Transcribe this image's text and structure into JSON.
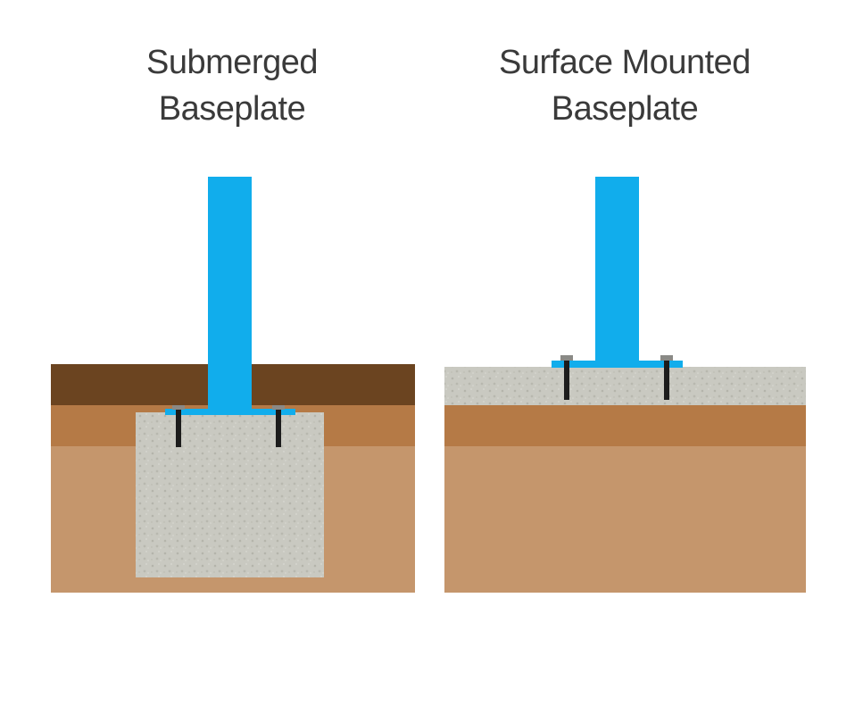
{
  "panels": [
    {
      "id": "submerged",
      "title_line1": "Submerged",
      "title_line2": "Baseplate"
    },
    {
      "id": "surface",
      "title_line1": "Surface Mounted",
      "title_line2": "Baseplate"
    }
  ],
  "colors": {
    "post": "#11adec",
    "topsoil": "#6b4420",
    "subsoil_upper": "#b57a46",
    "subsoil_lower": "#c5966c",
    "concrete": "#c9c9c1",
    "concrete_speckle": "#b4b4ab",
    "bolt": "#1c1c1c",
    "bolt_head": "#8a8a86"
  },
  "icons": [
    "post-icon",
    "bolt-icon",
    "concrete-footing-icon",
    "concrete-slab-icon"
  ]
}
